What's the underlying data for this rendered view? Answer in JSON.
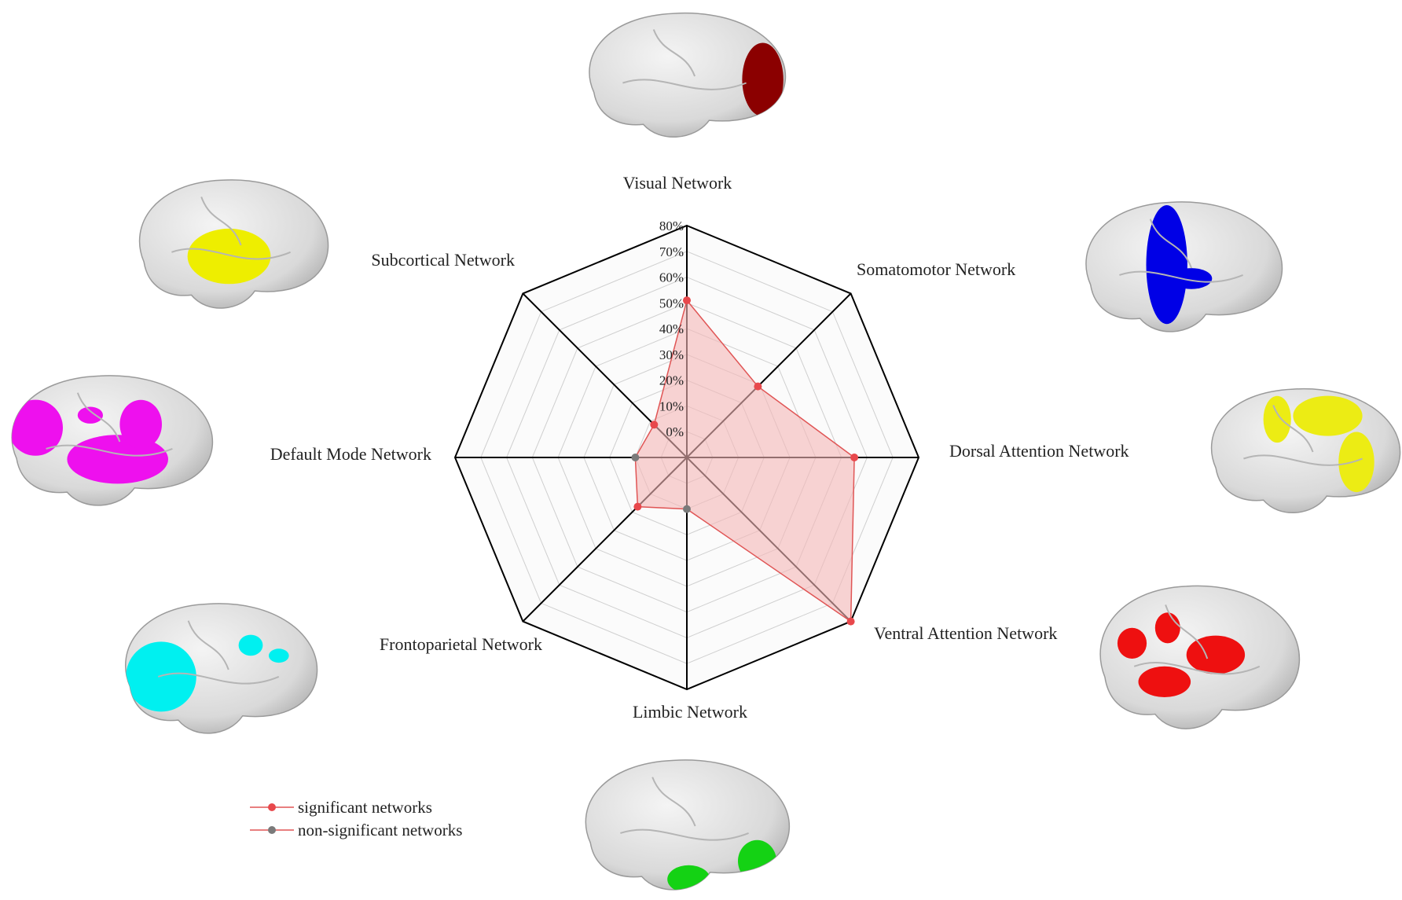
{
  "chart_data": {
    "type": "radar",
    "axes": [
      "Visual Network",
      "Somatomotor Network",
      "Dorsal Attention Network",
      "Ventral Attention Network",
      "Limbic Network",
      "Frontoparietal Network",
      "Default Mode Network",
      "Subcortical Network"
    ],
    "values": [
      51,
      29,
      55,
      80,
      10,
      17,
      10,
      8
    ],
    "significant": [
      true,
      true,
      true,
      true,
      false,
      true,
      false,
      true
    ],
    "rlim": [
      -10,
      80
    ],
    "ticks": [
      80,
      70,
      60,
      50,
      40,
      30,
      20,
      10,
      0
    ],
    "tick_labels": [
      "80%",
      "70%",
      "60%",
      "50%",
      "40%",
      "30%",
      "20%",
      "10%",
      "0%"
    ],
    "grid": true,
    "legend": [
      {
        "label": "significant networks",
        "color": "#e8484c"
      },
      {
        "label": "non-significant networks",
        "color": "#7a7a7a"
      }
    ],
    "legend_position": "bottom-left",
    "fill_color": "#f5b8b8",
    "line_color": "#e05555"
  },
  "brain_maps": [
    {
      "network": "Visual Network",
      "color": "#8b0000"
    },
    {
      "network": "Somatomotor Network",
      "color": "#0000e6"
    },
    {
      "network": "Dorsal Attention Network",
      "color": "#ecec14"
    },
    {
      "network": "Ventral Attention Network",
      "color": "#ee1010"
    },
    {
      "network": "Limbic Network",
      "color": "#14d214"
    },
    {
      "network": "Frontoparietal Network",
      "color": "#00f0f0"
    },
    {
      "network": "Default Mode Network",
      "color": "#ee10ee"
    },
    {
      "network": "Subcortical Network",
      "color": "#eeee00"
    }
  ]
}
